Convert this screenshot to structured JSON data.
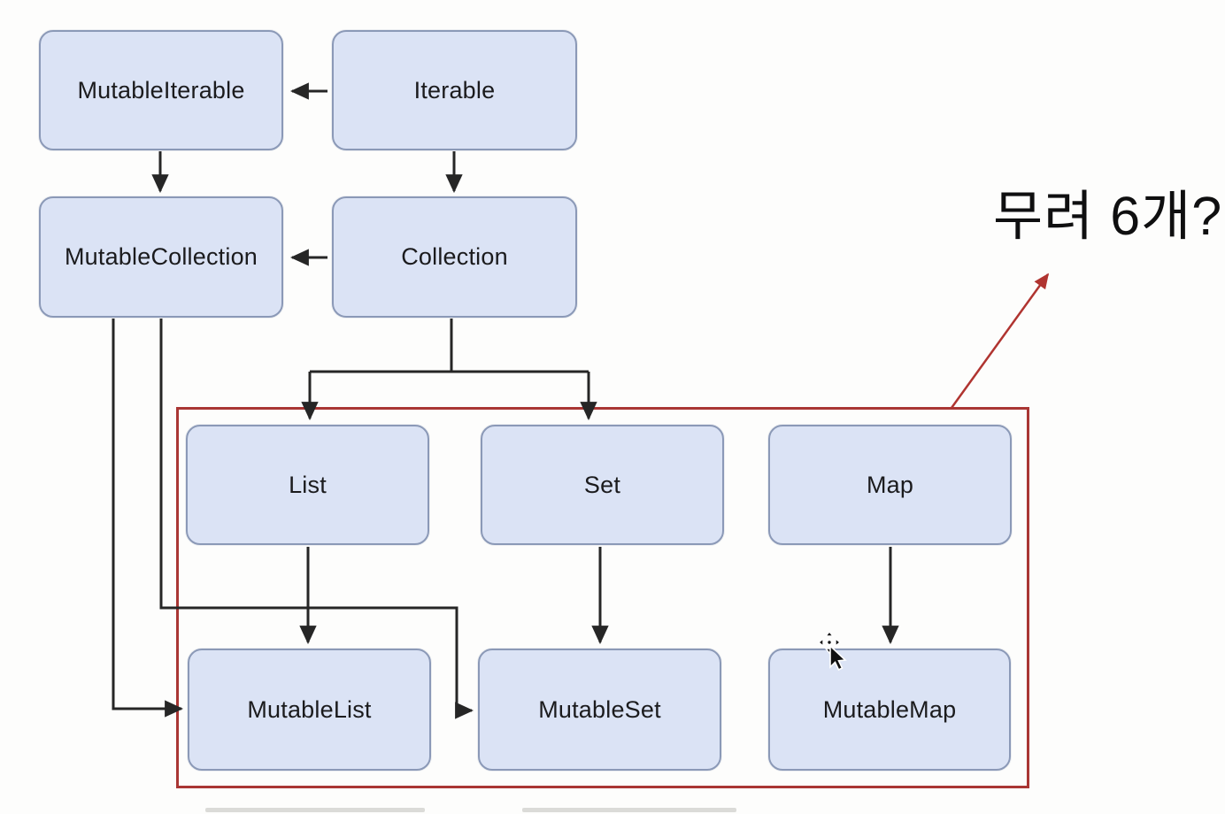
{
  "diagram": {
    "nodes": [
      {
        "id": "mutable-iterable",
        "label": "MutableIterable"
      },
      {
        "id": "iterable",
        "label": "Iterable"
      },
      {
        "id": "mutable-collection",
        "label": "MutableCollection"
      },
      {
        "id": "collection",
        "label": "Collection"
      },
      {
        "id": "list",
        "label": "List"
      },
      {
        "id": "set",
        "label": "Set"
      },
      {
        "id": "map",
        "label": "Map"
      },
      {
        "id": "mutable-list",
        "label": "MutableList"
      },
      {
        "id": "mutable-set",
        "label": "MutableSet"
      },
      {
        "id": "mutable-map",
        "label": "MutableMap"
      }
    ],
    "edges": [
      {
        "from": "Iterable",
        "to": "MutableIterable"
      },
      {
        "from": "MutableIterable",
        "to": "MutableCollection"
      },
      {
        "from": "Iterable",
        "to": "Collection"
      },
      {
        "from": "Collection",
        "to": "MutableCollection"
      },
      {
        "from": "Collection",
        "to": "List"
      },
      {
        "from": "Collection",
        "to": "Set"
      },
      {
        "from": "List",
        "to": "MutableList"
      },
      {
        "from": "Set",
        "to": "MutableSet"
      },
      {
        "from": "Map",
        "to": "MutableMap"
      },
      {
        "from": "MutableCollection",
        "to": "MutableList"
      },
      {
        "from": "MutableCollection",
        "to": "MutableSet"
      }
    ],
    "annotation": {
      "text": "무려 6개?",
      "color": "#0f0f10"
    },
    "highlight": {
      "groups": [
        "List",
        "Set",
        "Map",
        "MutableList",
        "MutableSet",
        "MutableMap"
      ],
      "color": "#a93634"
    },
    "colors": {
      "node_fill": "#dbe3f5",
      "node_border": "#8b99b7",
      "edge": "#262626",
      "highlight": "#a93634",
      "background": "#fdfdfc"
    }
  }
}
